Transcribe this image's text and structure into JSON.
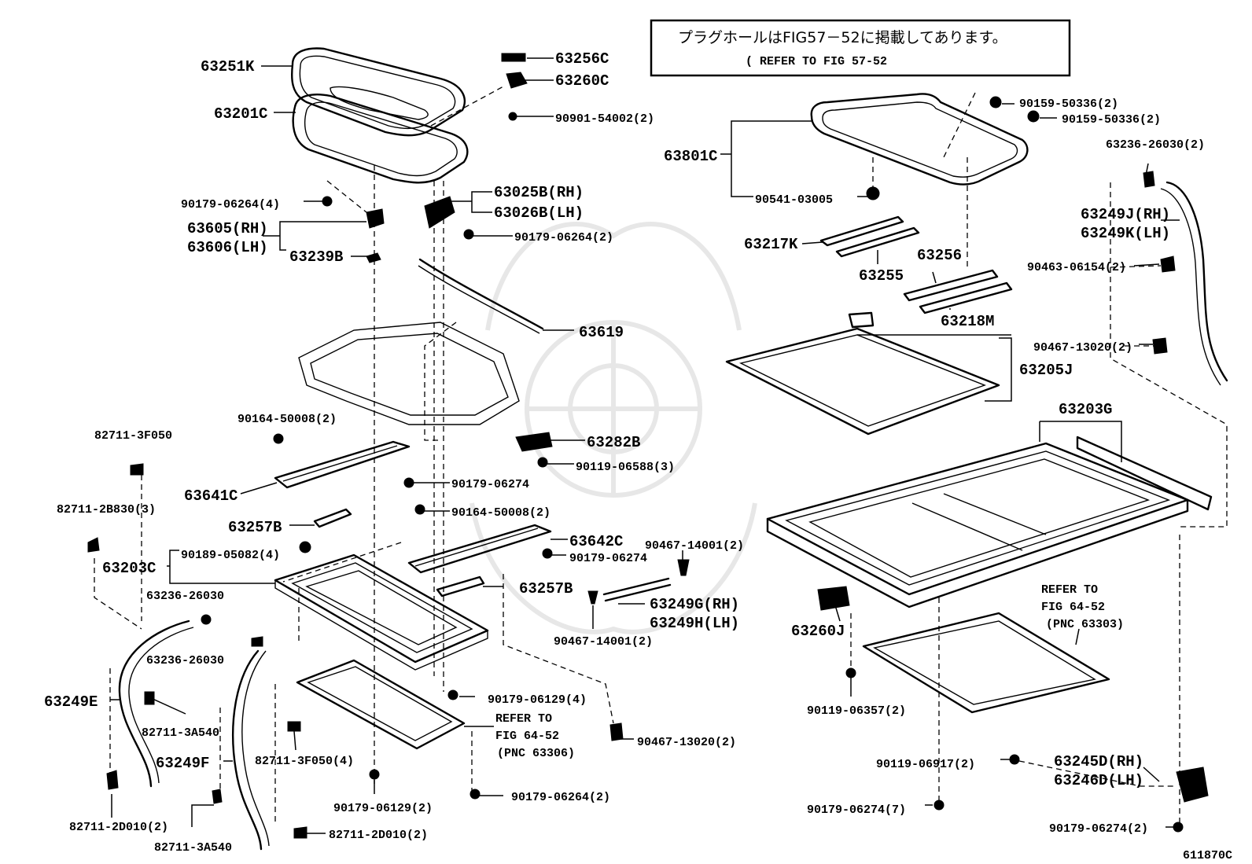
{
  "note": {
    "line1": "プラグホールはFIG57－52に掲載してあります。",
    "line2": "( REFER TO FIG 57-52"
  },
  "figure_code": "611870C",
  "labels": [
    {
      "id": "l1",
      "text": "63251K",
      "size": "lg"
    },
    {
      "id": "l2",
      "text": "63201C",
      "size": "lg"
    },
    {
      "id": "l3",
      "text": "63256C",
      "size": "lg"
    },
    {
      "id": "l4",
      "text": "63260C",
      "size": "lg"
    },
    {
      "id": "l5",
      "text": "90901-54002(2)",
      "size": "sm"
    },
    {
      "id": "l6",
      "text": "90179-06264(4)",
      "size": "sm"
    },
    {
      "id": "l7",
      "text": "63605(RH)",
      "size": "lg"
    },
    {
      "id": "l8",
      "text": "63606(LH)",
      "size": "lg"
    },
    {
      "id": "l9",
      "text": "63239B",
      "size": "lg"
    },
    {
      "id": "l10",
      "text": "63025B(RH)",
      "size": "lg"
    },
    {
      "id": "l11",
      "text": "63026B(LH)",
      "size": "lg"
    },
    {
      "id": "l12",
      "text": "90179-06264(2)",
      "size": "sm"
    },
    {
      "id": "l13",
      "text": "63619",
      "size": "lg"
    },
    {
      "id": "l14",
      "text": "90164-50008(2)",
      "size": "sm"
    },
    {
      "id": "l15",
      "text": "82711-3F050",
      "size": "sm"
    },
    {
      "id": "l16",
      "text": "63282B",
      "size": "lg"
    },
    {
      "id": "l17",
      "text": "90119-06588(3)",
      "size": "sm"
    },
    {
      "id": "l18",
      "text": "63641C",
      "size": "lg"
    },
    {
      "id": "l19",
      "text": "90179-06274",
      "size": "sm"
    },
    {
      "id": "l20",
      "text": "82711-2B830(3)",
      "size": "sm"
    },
    {
      "id": "l21",
      "text": "63257B",
      "size": "lg"
    },
    {
      "id": "l22",
      "text": "90164-50008(2)",
      "size": "sm"
    },
    {
      "id": "l23",
      "text": "63642C",
      "size": "lg"
    },
    {
      "id": "l24",
      "text": "90467-14001(2)",
      "size": "sm"
    },
    {
      "id": "l25",
      "text": "63203C",
      "size": "lg"
    },
    {
      "id": "l26",
      "text": "90189-05082(4)",
      "size": "sm"
    },
    {
      "id": "l27",
      "text": "90179-06274",
      "size": "sm"
    },
    {
      "id": "l28",
      "text": "63257B",
      "size": "lg"
    },
    {
      "id": "l29",
      "text": "63236-26030",
      "size": "sm"
    },
    {
      "id": "l30",
      "text": "63249G(RH)",
      "size": "lg"
    },
    {
      "id": "l31",
      "text": "63249H(LH)",
      "size": "lg"
    },
    {
      "id": "l32",
      "text": "90467-14001(2)",
      "size": "sm"
    },
    {
      "id": "l33",
      "text": "63236-26030",
      "size": "sm"
    },
    {
      "id": "l34",
      "text": "90179-06129(4)",
      "size": "sm"
    },
    {
      "id": "l35",
      "text": "63249E",
      "size": "lg"
    },
    {
      "id": "l36",
      "text": "82711-3A540",
      "size": "sm"
    },
    {
      "id": "l37",
      "text": "REFER TO",
      "size": "sm"
    },
    {
      "id": "l38",
      "text": "FIG 64-52",
      "size": "sm"
    },
    {
      "id": "l39",
      "text": "(PNC 63306)",
      "size": "sm"
    },
    {
      "id": "l40",
      "text": "90467-13020(2)",
      "size": "sm"
    },
    {
      "id": "l41",
      "text": "63249F",
      "size": "lg"
    },
    {
      "id": "l42",
      "text": "82711-3F050(4)",
      "size": "sm"
    },
    {
      "id": "l43",
      "text": "90179-06129(2)",
      "size": "sm"
    },
    {
      "id": "l44",
      "text": "90179-06264(2)",
      "size": "sm"
    },
    {
      "id": "l45",
      "text": "82711-2D010(2)",
      "size": "sm"
    },
    {
      "id": "l46",
      "text": "82711-2D010(2)",
      "size": "sm"
    },
    {
      "id": "l47",
      "text": "82711-3A540",
      "size": "sm"
    },
    {
      "id": "l48",
      "text": "90159-50336(2)",
      "size": "sm"
    },
    {
      "id": "l49",
      "text": "90159-50336(2)",
      "size": "sm"
    },
    {
      "id": "l50",
      "text": "63801C",
      "size": "lg"
    },
    {
      "id": "l51",
      "text": "63236-26030(2)",
      "size": "sm"
    },
    {
      "id": "l52",
      "text": "90541-03005",
      "size": "sm"
    },
    {
      "id": "l53",
      "text": "63249J(RH)",
      "size": "lg"
    },
    {
      "id": "l54",
      "text": "63249K(LH)",
      "size": "lg"
    },
    {
      "id": "l55",
      "text": "63217K",
      "size": "lg"
    },
    {
      "id": "l56",
      "text": "63256",
      "size": "lg"
    },
    {
      "id": "l57",
      "text": "90463-06154(2)",
      "size": "sm"
    },
    {
      "id": "l58",
      "text": "63255",
      "size": "lg"
    },
    {
      "id": "l59",
      "text": "63218M",
      "size": "lg"
    },
    {
      "id": "l60",
      "text": "90467-13020(2)",
      "size": "sm"
    },
    {
      "id": "l61",
      "text": "63205J",
      "size": "lg"
    },
    {
      "id": "l62",
      "text": "63203G",
      "size": "lg"
    },
    {
      "id": "l63",
      "text": "REFER TO",
      "size": "sm"
    },
    {
      "id": "l64",
      "text": "FIG 64-52",
      "size": "sm"
    },
    {
      "id": "l65",
      "text": "(PNC 63303)",
      "size": "sm"
    },
    {
      "id": "l66",
      "text": "63260J",
      "size": "lg"
    },
    {
      "id": "l67",
      "text": "90119-06357(2)",
      "size": "sm"
    },
    {
      "id": "l68",
      "text": "90119-06917(2)",
      "size": "sm"
    },
    {
      "id": "l69",
      "text": "63245D(RH)",
      "size": "lg"
    },
    {
      "id": "l70",
      "text": "63246D(LH)",
      "size": "lg"
    },
    {
      "id": "l71",
      "text": "90179-06274(7)",
      "size": "sm"
    },
    {
      "id": "l72",
      "text": "90179-06274(2)",
      "size": "sm"
    }
  ]
}
